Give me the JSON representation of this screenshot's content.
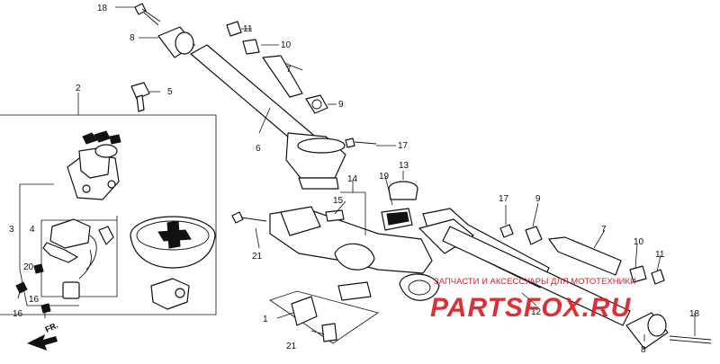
{
  "callouts": {
    "n1": "1",
    "n2": "2",
    "n3": "3",
    "n4": "4",
    "n5": "5",
    "n6": "6",
    "n7_top": "7",
    "n7_right": "7",
    "n8_top": "8",
    "n8_bottom": "8",
    "n9_top": "9",
    "n9_right": "9",
    "n10_top": "10",
    "n10_right": "10",
    "n11_top": "11",
    "n11_right": "11",
    "n12": "12",
    "n13": "13",
    "n14": "14",
    "n15": "15",
    "n16_a": "16",
    "n16_b": "16",
    "n17_top": "17",
    "n17_mid": "17",
    "n18_top": "18",
    "n18_bottom": "18",
    "n19": "19",
    "n20": "20",
    "n21_a": "21",
    "n21_b": "21"
  },
  "front_label": "FR.",
  "watermark": {
    "tagline": "ЗАПЧАСТИ И АКСЕССУАРЫ ДЛЯ МОТОТЕХНИКИ",
    "logo": "PARTSFOX.RU",
    "color": "#d81f26"
  }
}
